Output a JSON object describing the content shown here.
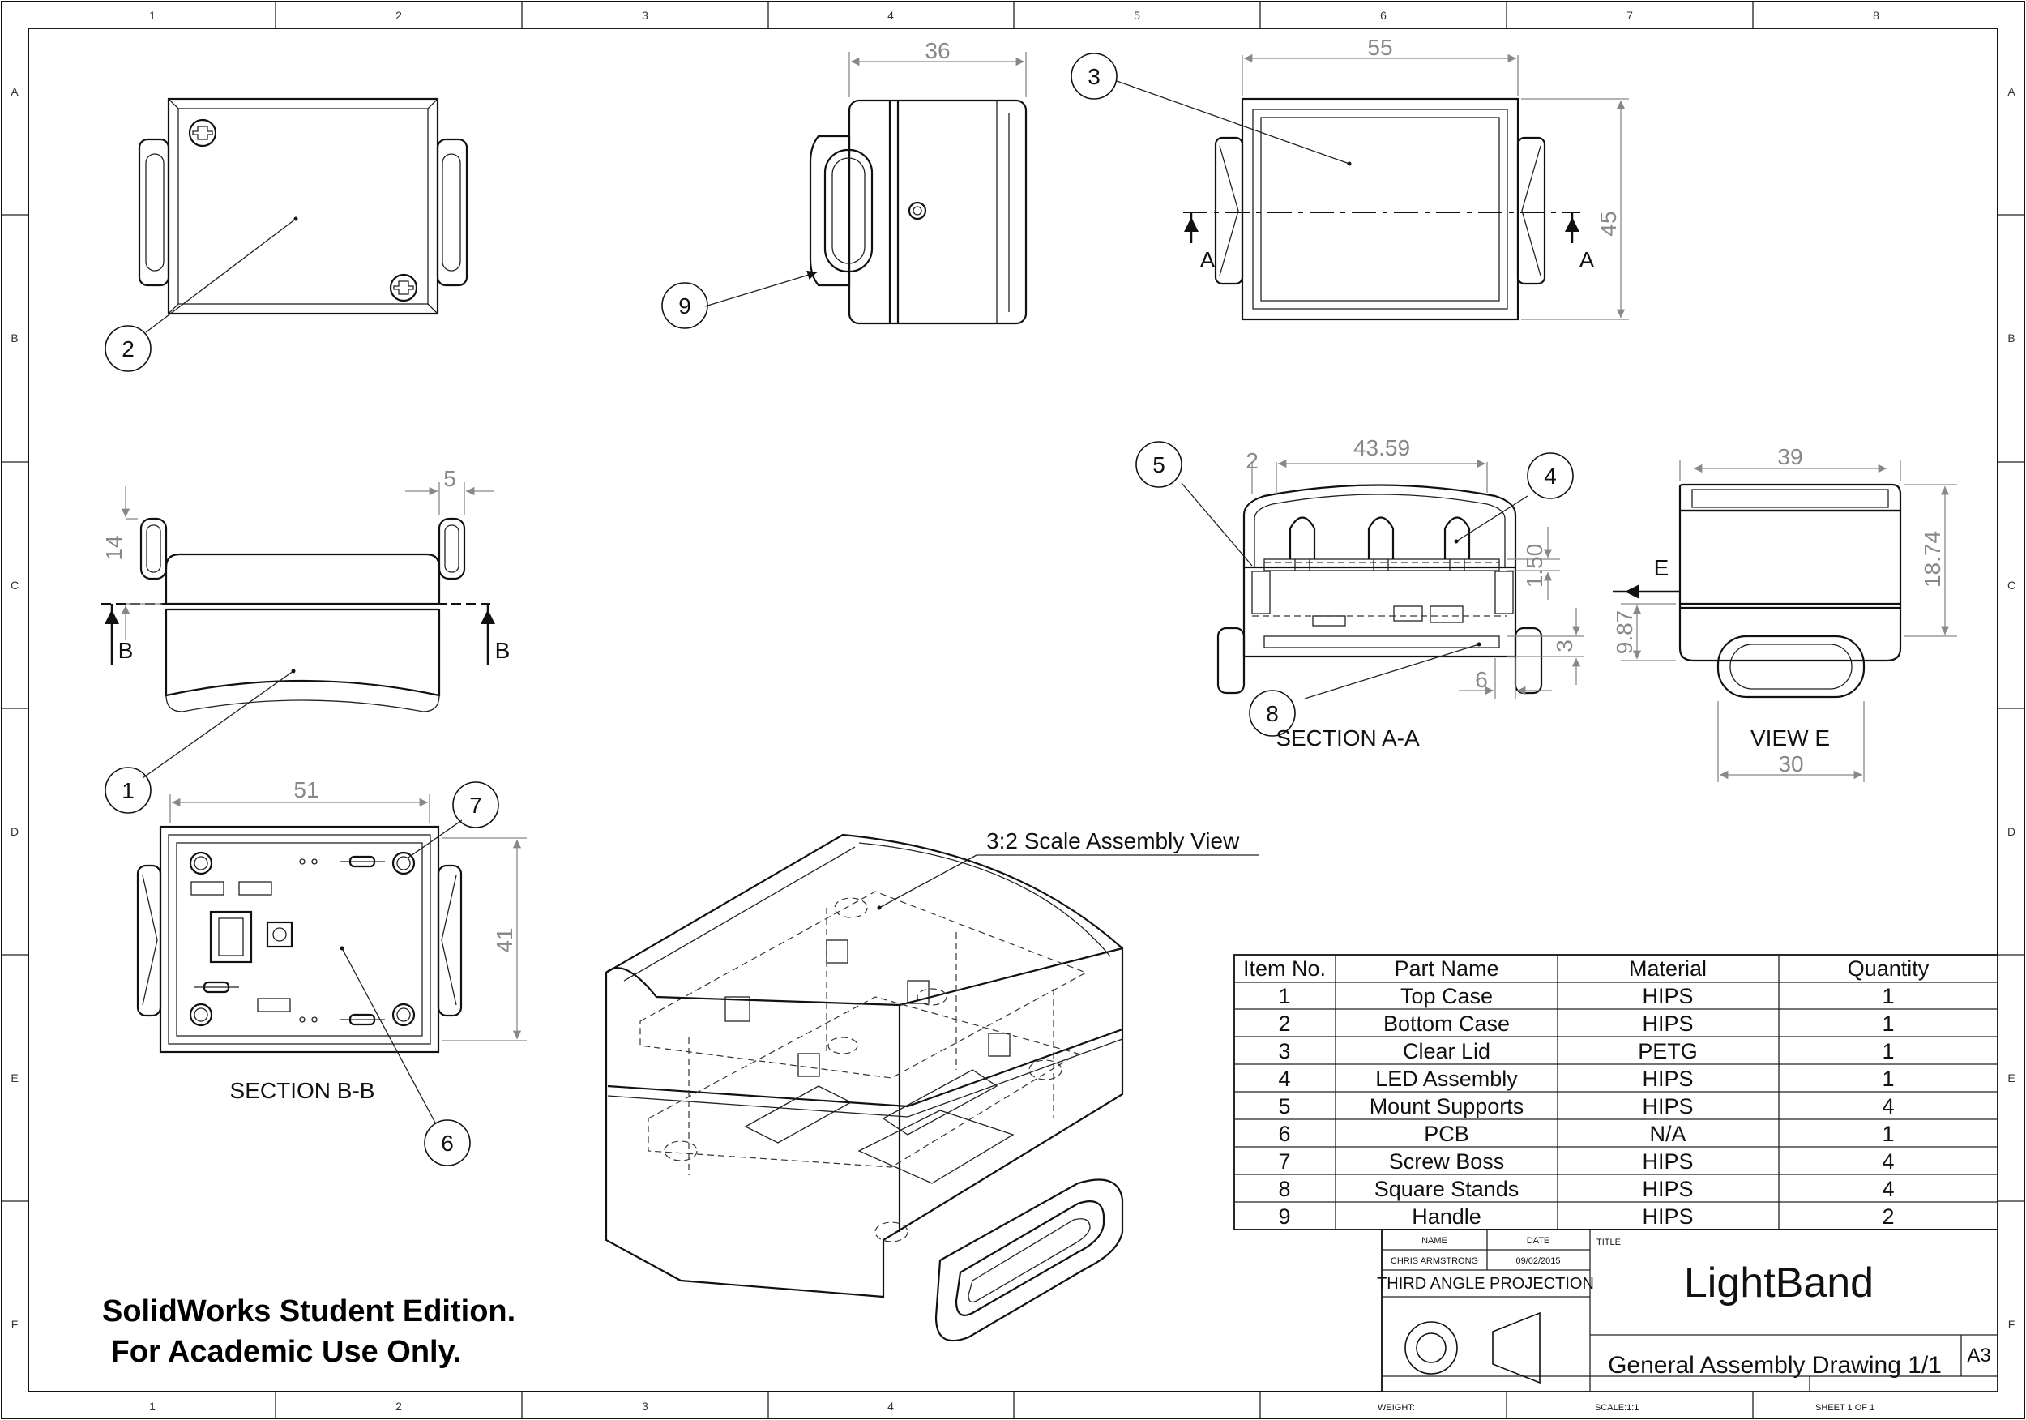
{
  "border": {
    "col_labels": [
      "1",
      "2",
      "3",
      "4",
      "5",
      "6",
      "7",
      "8"
    ],
    "row_labels": [
      "A",
      "B",
      "C",
      "D",
      "E",
      "F"
    ]
  },
  "dimensions": {
    "top_width": "36",
    "lid_width": "55",
    "lid_height": "45",
    "front_height": "14",
    "front_handle": "5",
    "pcb_width": "51",
    "pcb_height": "41",
    "sec_a_left": "2",
    "sec_a_span": "43.59",
    "sec_a_thick": "1.50",
    "sec_a_stand": "3",
    "sec_a_bottom": "6",
    "view_e_top": "39",
    "view_e_height": "18.74",
    "view_e_offset": "9.87",
    "view_e_bottom": "30"
  },
  "view_labels": {
    "section_aa": "SECTION A-A",
    "view_e": "VIEW E",
    "section_bb": "SECTION B-B",
    "assembly": "3:2 Scale Assembly View",
    "arrow_a": "A",
    "arrow_b": "B",
    "arrow_e": "E"
  },
  "balloons": [
    "1",
    "2",
    "3",
    "4",
    "5",
    "6",
    "7",
    "8",
    "9"
  ],
  "bom": {
    "headers": [
      "Item No.",
      "Part Name",
      "Material",
      "Quantity"
    ],
    "rows": [
      [
        "1",
        "Top Case",
        "HIPS",
        "1"
      ],
      [
        "2",
        "Bottom Case",
        "HIPS",
        "1"
      ],
      [
        "3",
        "Clear Lid",
        "PETG",
        "1"
      ],
      [
        "4",
        "LED Assembly",
        "HIPS",
        "1"
      ],
      [
        "5",
        "Mount Supports",
        "HIPS",
        "4"
      ],
      [
        "6",
        "PCB",
        "N/A",
        "1"
      ],
      [
        "7",
        "Screw Boss",
        "HIPS",
        "4"
      ],
      [
        "8",
        "Square Stands",
        "HIPS",
        "4"
      ],
      [
        "9",
        "Handle",
        "HIPS",
        "2"
      ]
    ]
  },
  "title_block": {
    "name_header": "NAME",
    "date_header": "DATE",
    "name": "CHRIS ARMSTRONG",
    "date": "09/02/2015",
    "projection": "THIRD ANGLE PROJECTION",
    "title_label": "TITLE:",
    "title": "LightBand",
    "subtitle": "General Assembly Drawing 1/1",
    "size": "A3",
    "weight": "WEIGHT:",
    "scale": "SCALE:1:1",
    "sheet": "SHEET 1 OF 1"
  },
  "watermark": {
    "line1": "SolidWorks Student Edition.",
    "line2": " For Academic Use Only."
  }
}
